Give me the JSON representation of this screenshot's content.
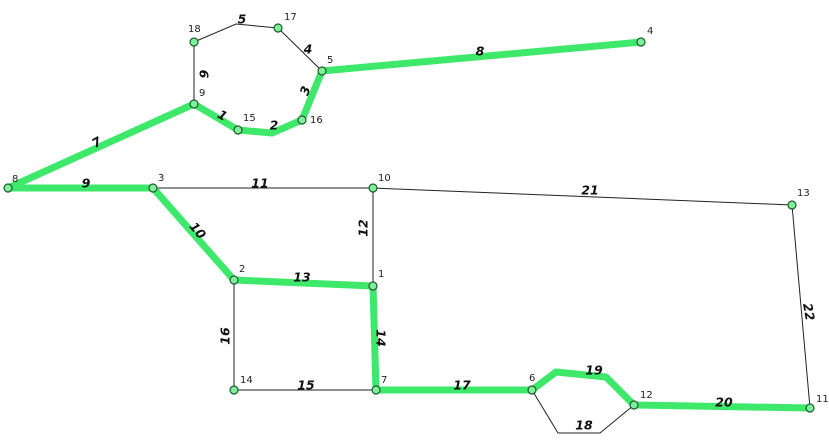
{
  "graph": {
    "colors": {
      "path": "#3de86a",
      "edge": "#222222",
      "node_fill": "#7ef09a",
      "node_stroke": "#1d5a2e"
    },
    "nodes": [
      {
        "id": "1",
        "label": "1"
      },
      {
        "id": "2",
        "label": "2"
      },
      {
        "id": "3",
        "label": "3"
      },
      {
        "id": "4",
        "label": "4"
      },
      {
        "id": "5",
        "label": "5"
      },
      {
        "id": "6",
        "label": "6"
      },
      {
        "id": "7",
        "label": "7"
      },
      {
        "id": "8",
        "label": "8"
      },
      {
        "id": "9",
        "label": "9"
      },
      {
        "id": "10",
        "label": "10"
      },
      {
        "id": "11",
        "label": "11"
      },
      {
        "id": "12",
        "label": "12"
      },
      {
        "id": "13",
        "label": "13"
      },
      {
        "id": "14",
        "label": "14"
      },
      {
        "id": "15",
        "label": "15"
      },
      {
        "id": "16",
        "label": "16"
      },
      {
        "id": "17",
        "label": "17"
      },
      {
        "id": "18",
        "label": "18"
      }
    ],
    "edges": [
      {
        "id": "e1",
        "label": "1",
        "from": "9",
        "to": "15",
        "highlighted": true
      },
      {
        "id": "e2",
        "label": "2",
        "from": "15",
        "to": "16",
        "highlighted": true
      },
      {
        "id": "e3",
        "label": "3",
        "from": "16",
        "to": "5",
        "highlighted": true
      },
      {
        "id": "e4",
        "label": "4",
        "from": "5",
        "to": "17",
        "highlighted": false
      },
      {
        "id": "e5",
        "label": "5",
        "from": "17",
        "to": "18",
        "highlighted": false
      },
      {
        "id": "e6",
        "label": "6",
        "from": "18",
        "to": "9",
        "highlighted": false
      },
      {
        "id": "e7",
        "label": "7",
        "from": "8",
        "to": "9",
        "highlighted": true
      },
      {
        "id": "e8",
        "label": "8",
        "from": "5",
        "to": "4",
        "highlighted": true
      },
      {
        "id": "e9",
        "label": "9",
        "from": "8",
        "to": "3",
        "highlighted": true
      },
      {
        "id": "e10",
        "label": "10",
        "from": "3",
        "to": "2",
        "highlighted": true
      },
      {
        "id": "e11",
        "label": "11",
        "from": "3",
        "to": "10",
        "highlighted": false
      },
      {
        "id": "e12",
        "label": "12",
        "from": "10",
        "to": "1",
        "highlighted": false
      },
      {
        "id": "e13",
        "label": "13",
        "from": "2",
        "to": "1",
        "highlighted": true
      },
      {
        "id": "e14",
        "label": "14",
        "from": "1",
        "to": "7",
        "highlighted": true
      },
      {
        "id": "e15",
        "label": "15",
        "from": "14",
        "to": "7",
        "highlighted": false
      },
      {
        "id": "e16",
        "label": "16",
        "from": "2",
        "to": "14",
        "highlighted": false
      },
      {
        "id": "e17",
        "label": "17",
        "from": "7",
        "to": "6",
        "highlighted": true
      },
      {
        "id": "e18",
        "label": "18",
        "from": "6",
        "to": "12",
        "highlighted": false
      },
      {
        "id": "e19",
        "label": "19",
        "from": "6",
        "to": "12",
        "highlighted": true
      },
      {
        "id": "e20",
        "label": "20",
        "from": "12",
        "to": "11",
        "highlighted": true
      },
      {
        "id": "e21",
        "label": "21",
        "from": "10",
        "to": "13",
        "highlighted": false
      },
      {
        "id": "e22",
        "label": "22",
        "from": "13",
        "to": "11",
        "highlighted": false
      }
    ]
  }
}
